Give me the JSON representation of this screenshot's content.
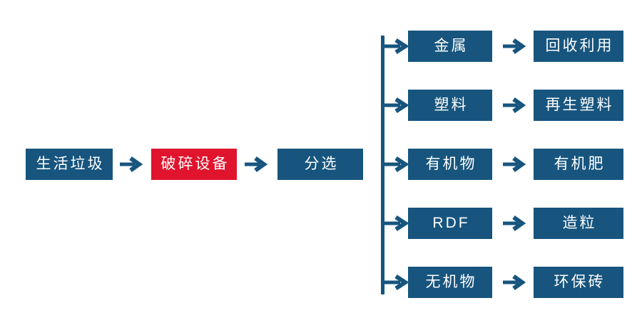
{
  "colors": {
    "primary_blue": "#17557E",
    "accent_red": "#E0142D",
    "text_white": "#FFFFFF",
    "page_bg": "#FFFFFF"
  },
  "icons": {
    "flow_arrow": "right-arrow"
  },
  "flow": {
    "source": {
      "label": "生活垃圾"
    },
    "process": {
      "label": "破碎设备"
    },
    "sorter": {
      "label": "分选"
    }
  },
  "branches": [
    {
      "category": "金属",
      "result": "回收利用"
    },
    {
      "category": "塑料",
      "result": "再生塑料"
    },
    {
      "category": "有机物",
      "result": "有机肥"
    },
    {
      "category": "RDF",
      "result": "造粒"
    },
    {
      "category": "无机物",
      "result": "环保砖"
    }
  ]
}
